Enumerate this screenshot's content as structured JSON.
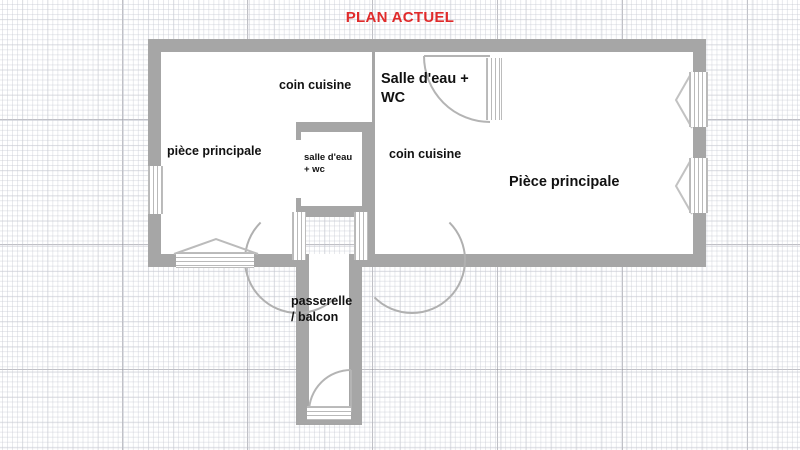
{
  "page": {
    "title": "PLAN ACTUEL",
    "title_color": "#e02b2b",
    "background": "graph-paper-grid",
    "wall_color": "#a6a6a6",
    "room_fill_color": "#ffffff",
    "label_color": "#111111"
  },
  "floorplan": {
    "units": [
      {
        "id": "left-apartment",
        "rooms": [
          {
            "key": "piece_principale_left",
            "label": "pièce principale",
            "size": "medium"
          },
          {
            "key": "coin_cuisine_left",
            "label": "coin cuisine",
            "size": "medium"
          },
          {
            "key": "salle_deau_left",
            "label": "salle d'eau\n+ wc",
            "size": "small"
          }
        ]
      },
      {
        "id": "right-apartment",
        "rooms": [
          {
            "key": "salle_deau_right",
            "label": "Salle d'eau +\nWC",
            "size": "large"
          },
          {
            "key": "coin_cuisine_right",
            "label": "coin cuisine",
            "size": "medium"
          },
          {
            "key": "piece_principale_right",
            "label": "Pièce principale",
            "size": "large"
          }
        ]
      },
      {
        "id": "shared-circulation",
        "rooms": [
          {
            "key": "passerelle_balcon",
            "label": "passerelle\n/ balcon",
            "size": "medium"
          }
        ]
      }
    ],
    "labels": {
      "piece_principale_left": "pièce principale",
      "coin_cuisine_left": "coin cuisine",
      "salle_deau_left": "salle d'eau\n+ wc",
      "salle_deau_right": "Salle d'eau +\nWC",
      "coin_cuisine_right": "coin cuisine",
      "piece_principale_right": "Pièce principale",
      "passerelle_balcon": "passerelle\n/ balcon"
    },
    "features": {
      "windows": [
        {
          "name": "window-left-wall",
          "orientation": "vertical"
        },
        {
          "name": "window-left-bottom-wall",
          "orientation": "horizontal"
        },
        {
          "name": "window-right-wall-upper",
          "orientation": "vertical"
        },
        {
          "name": "window-right-wall-lower",
          "orientation": "vertical"
        }
      ],
      "doors": [
        {
          "name": "door-left-apartment-to-balcony",
          "swing": "into-room"
        },
        {
          "name": "door-right-apartment-to-balcony",
          "swing": "into-room"
        },
        {
          "name": "door-salle-deau-right",
          "swing": "into-room"
        },
        {
          "name": "door-balcony-entry",
          "swing": "into-room"
        }
      ]
    }
  }
}
